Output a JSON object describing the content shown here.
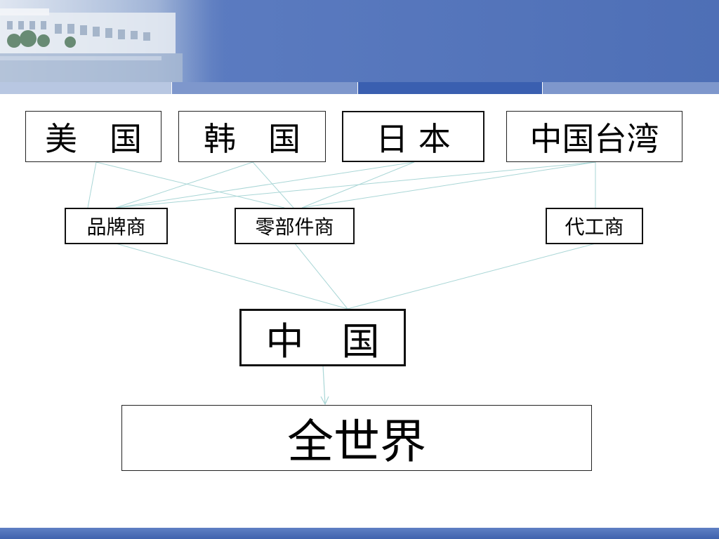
{
  "colors": {
    "header_blue": "#4e6fb6",
    "band_light": "#b4c4e0",
    "band_mid": "#7d96cc",
    "band_dark": "#3a5fb0",
    "connector": "#a9d6d6",
    "footer_blue": "#4566b0"
  },
  "diagram": {
    "regions": {
      "usa": "美　国",
      "korea": "韩　国",
      "japan": "日 本",
      "taiwan": "中国台湾"
    },
    "roles": {
      "brand": "品牌商",
      "parts": "零部件商",
      "oem": "代工商"
    },
    "hub": "中　国",
    "world": "全世界"
  }
}
